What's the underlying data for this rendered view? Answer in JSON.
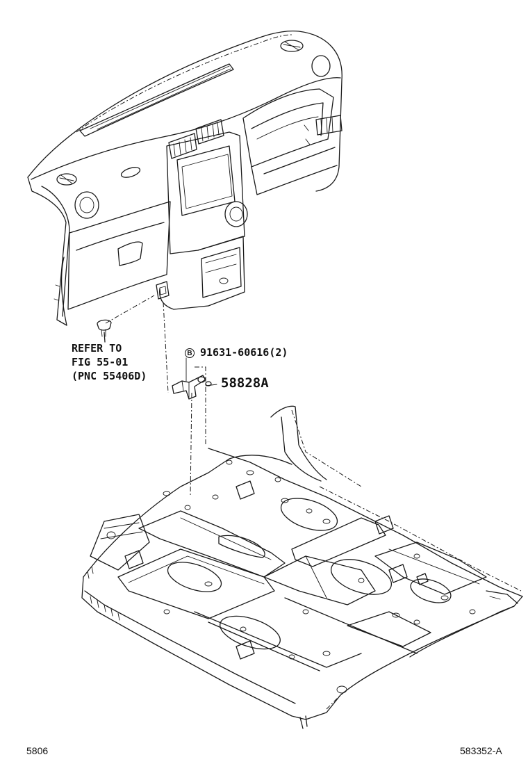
{
  "callouts": {
    "refer_line1": "REFER TO",
    "refer_line2": "FIG 55-01",
    "refer_line3": "(PNC 55406D)",
    "bolt_marker": "B",
    "bolt_part_number": "91631-60616(2)",
    "bracket_part_number": "58828A"
  },
  "footer": {
    "figure_number": "5806",
    "illustration_id": "583352-A"
  }
}
